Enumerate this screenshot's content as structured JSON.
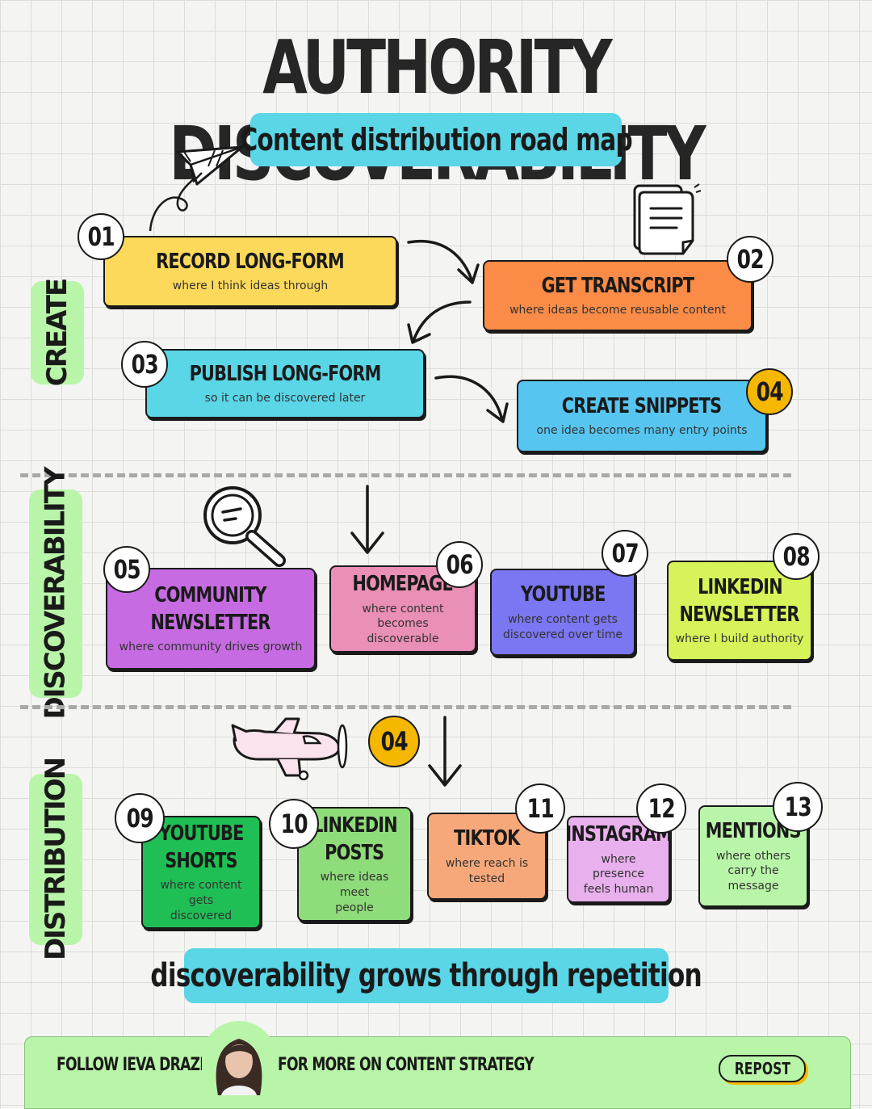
{
  "title": "AUTHORITY DISCOVERABILITY",
  "subtitle": "Content distribution road map",
  "sections": {
    "create": "CREATE",
    "discoverability": "DISCOVERABILITY",
    "distribution": "DISTRIBUTION"
  },
  "steps": [
    {
      "num": "01",
      "title": "RECORD LONG-FORM",
      "sub": "where I think ideas through",
      "color": "#fcd95a"
    },
    {
      "num": "02",
      "title": "GET TRANSCRIPT",
      "sub": "where ideas become reusable content",
      "color": "#fb8c48"
    },
    {
      "num": "03",
      "title": "PUBLISH LONG-FORM",
      "sub": "so it can be discovered later",
      "color": "#5ad6e6"
    },
    {
      "num": "04",
      "title": "CREATE SNIPPETS",
      "sub": "one idea becomes many entry points",
      "color": "#56c6f0"
    },
    {
      "num": "05",
      "title_1": "COMMUNITY",
      "title_2": "NEWSLETTER",
      "sub": "where community drives growth",
      "color": "#c76be3"
    },
    {
      "num": "06",
      "title": "HOMEPAGE",
      "sub_1": "where content becomes",
      "sub_2": "discoverable",
      "color": "#ea8fb6"
    },
    {
      "num": "07",
      "title": "YOUTUBE",
      "sub_1": "where content gets",
      "sub_2": "discovered over time",
      "color": "#7b76f2"
    },
    {
      "num": "08",
      "title_1": "LINKEDIN",
      "title_2": "NEWSLETTER",
      "sub": "where I build authority",
      "color": "#d6f45a"
    },
    {
      "num": "09",
      "title_1": "YOUTUBE",
      "title_2": "SHORTS",
      "sub_1": "where content gets",
      "sub_2": "discovered",
      "color": "#1fbf55"
    },
    {
      "num": "10",
      "title_1": "LINKEDIN",
      "title_2": "POSTS",
      "sub_1": "where ideas meet",
      "sub_2": "people",
      "color": "#8fdc7a"
    },
    {
      "num": "11",
      "title": "TIKTOK",
      "sub_1": "where reach is",
      "sub_2": "tested",
      "color": "#f7a87a"
    },
    {
      "num": "12",
      "title": "INSTAGRAM",
      "sub_1": "where presence",
      "sub_2": "feels human",
      "color": "#e8b0ec"
    },
    {
      "num": "13",
      "title": "MENTIONS",
      "sub_1": "where others",
      "sub_2": "carry the",
      "sub_3": "message",
      "color": "#b9f5a8"
    }
  ],
  "badge_04": "04",
  "tagline": "discoverability grows through repetition",
  "footer": {
    "left_text": "FOLLOW IEVA DRAZNIECE",
    "right_text": "FOR MORE ON CONTENT STRATEGY",
    "repost_label": "REPOST"
  },
  "colors": {
    "accent": "#5ad6e6",
    "green": "#b9f5a8",
    "gold": "#f6b700"
  }
}
